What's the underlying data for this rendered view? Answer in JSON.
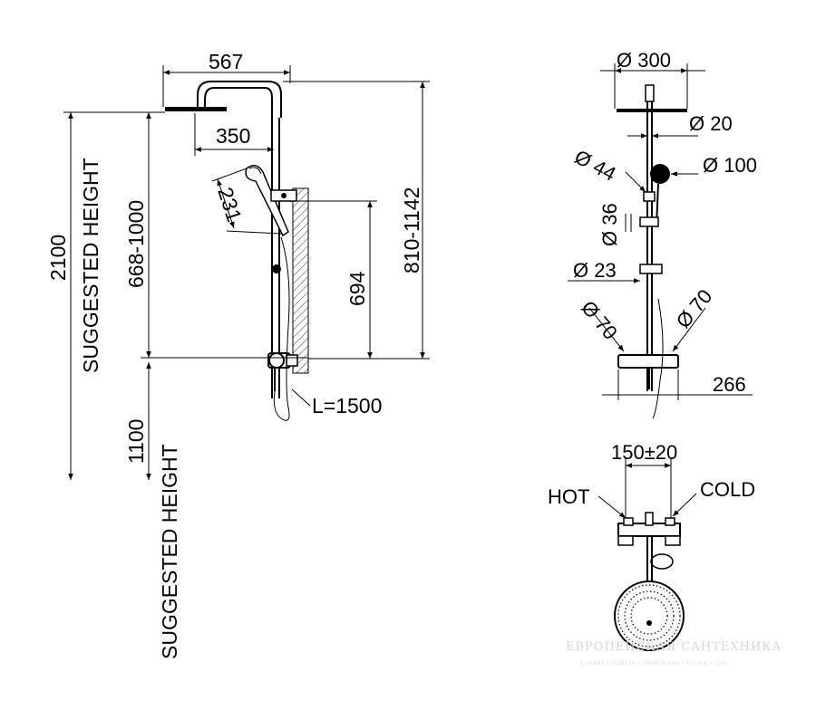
{
  "dimensions": {
    "arm_length": "567",
    "head_offset": "350",
    "handset_length": "231",
    "total_height": "2100",
    "suggested_height_label": "SUGGESTED HEIGHT",
    "adjust_range": "668-1000",
    "bracket_height": "694",
    "rail_range": "810-1142",
    "mixer_height": "1100",
    "hose_length": "L=1500",
    "head_diameter": "Ø 300",
    "rail_diameter": "Ø 20",
    "handset_diameter": "Ø 100",
    "holder_diameter": "Ø 44",
    "slider_diameter": "Ø 36",
    "lower_rail_diameter": "Ø 23",
    "knob_left_diameter": "Ø 70",
    "knob_right_diameter": "Ø 70",
    "mixer_width": "266",
    "inlet_spacing": "150±20",
    "hot_label": "HOT",
    "cold_label": "COLD"
  },
  "watermark": {
    "text": "ЕВРОПЕЙСКАЯ САНТЕХНИКА",
    "subtext": "КАМЕНЬ • ПЛИТКА • ОТОПЛЕНИЕ • САУНЫ • СПА"
  }
}
